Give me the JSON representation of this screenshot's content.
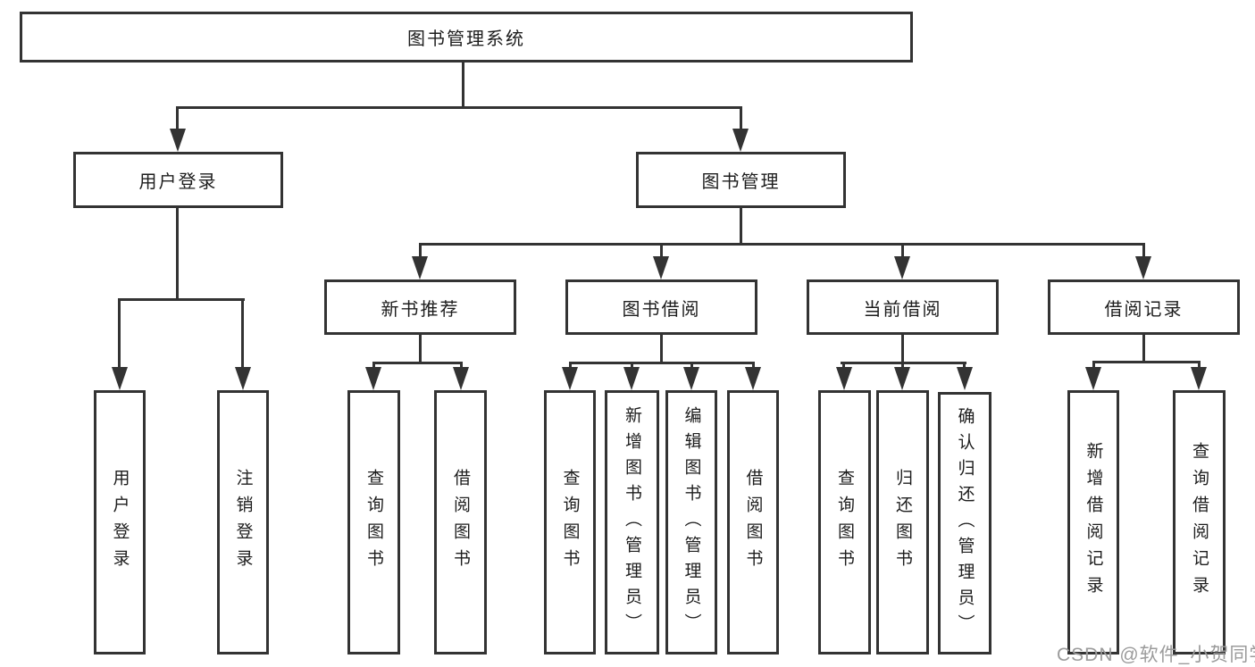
{
  "diagram": {
    "title_node": {
      "label": "图书管理系统"
    },
    "level2": [
      {
        "label": "用户登录"
      },
      {
        "label": "图书管理"
      }
    ],
    "level3": [
      {
        "label": "新书推荐"
      },
      {
        "label": "图书借阅"
      },
      {
        "label": "当前借阅"
      },
      {
        "label": "借阅记录"
      }
    ],
    "leaves": [
      {
        "label": "用户登录",
        "parent": "用户登录"
      },
      {
        "label": "注销登录",
        "parent": "用户登录"
      },
      {
        "label": "查询图书",
        "parent": "新书推荐"
      },
      {
        "label": "借阅图书",
        "parent": "新书推荐"
      },
      {
        "label": "查询图书",
        "parent": "图书借阅"
      },
      {
        "label": "新增图书（管理员）",
        "parent": "图书借阅"
      },
      {
        "label": "编辑图书（管理员）",
        "parent": "图书借阅"
      },
      {
        "label": "借阅图书",
        "parent": "图书借阅"
      },
      {
        "label": "查询图书",
        "parent": "当前借阅"
      },
      {
        "label": "归还图书",
        "parent": "当前借阅"
      },
      {
        "label": "确认归还（管理员）",
        "parent": "当前借阅"
      },
      {
        "label": "新增借阅记录",
        "parent": "借阅记录"
      },
      {
        "label": "查询借阅记录",
        "parent": "借阅记录"
      }
    ],
    "watermark": {
      "text": "CSDN @软件_小贺同学"
    },
    "colors": {
      "line": "#333333",
      "text": "#1d1d1d",
      "watermark": "#9b9b9b",
      "background": "#ffffff"
    }
  }
}
